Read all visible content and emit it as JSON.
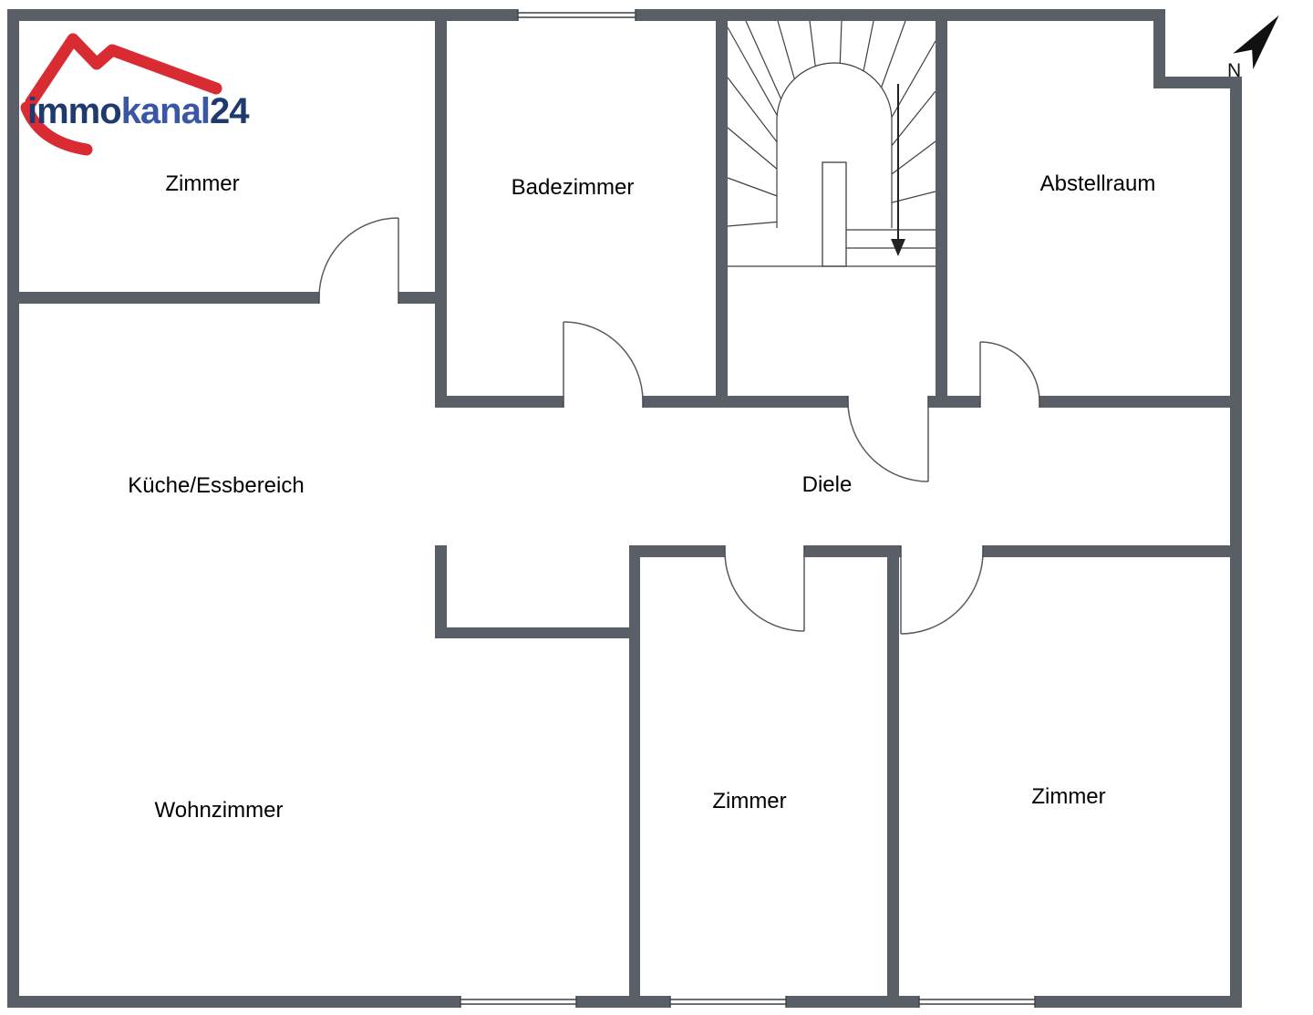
{
  "brand": {
    "logo_text_1": "immo",
    "logo_text_2": "kanal",
    "logo_text_3": "24"
  },
  "compass": {
    "label": "N"
  },
  "rooms": [
    {
      "id": "zimmer-top-left",
      "label": "Zimmer"
    },
    {
      "id": "badezimmer",
      "label": "Badezimmer"
    },
    {
      "id": "abstellraum",
      "label": "Abstellraum"
    },
    {
      "id": "kueche-essbereich",
      "label": "Küche/Essbereich"
    },
    {
      "id": "diele",
      "label": "Diele"
    },
    {
      "id": "wohnzimmer",
      "label": "Wohnzimmer"
    },
    {
      "id": "zimmer-bottom-middle",
      "label": "Zimmer"
    },
    {
      "id": "zimmer-bottom-right",
      "label": "Zimmer"
    }
  ],
  "stairs": {
    "direction": "down"
  },
  "colors": {
    "wall": "#5a5f67",
    "line": "#3c4046",
    "door": "#565b62",
    "label_text": "#000000",
    "logo_red": "#d92b32",
    "logo_navy": "#1e3a6e",
    "logo_blue": "#3a57a7",
    "north": "#111111",
    "background": "#ffffff"
  }
}
